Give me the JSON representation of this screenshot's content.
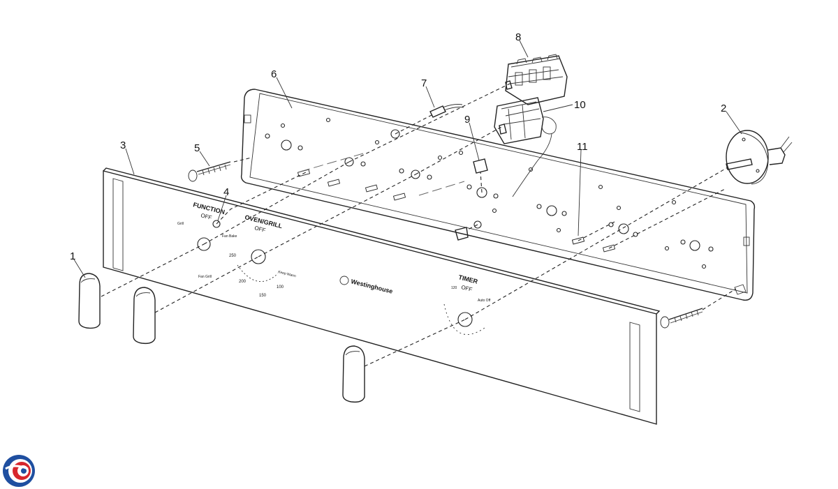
{
  "callouts": [
    {
      "id": "1",
      "label": "1"
    },
    {
      "id": "2",
      "label": "2"
    },
    {
      "id": "3",
      "label": "3"
    },
    {
      "id": "4",
      "label": "4"
    },
    {
      "id": "5",
      "label": "5"
    },
    {
      "id": "6",
      "label": "6"
    },
    {
      "id": "7",
      "label": "7"
    },
    {
      "id": "8",
      "label": "8"
    },
    {
      "id": "9",
      "label": "9"
    },
    {
      "id": "10",
      "label": "10"
    },
    {
      "id": "11",
      "label": "11"
    }
  ],
  "panel": {
    "function_label": "FUNCTION",
    "function_off": "OFF",
    "oven_label": "OVEN/GRILL",
    "oven_off": "OFF",
    "timer_label": "TIMER",
    "timer_off": "OFF",
    "brand": "Westinghouse",
    "scale_250": "250",
    "scale_200": "200",
    "scale_150": "150",
    "scale_100": "100",
    "keep_warm": "Keep Warm",
    "timer_120": "120",
    "auto_off": "Auto Off",
    "grill_mark": "Grill",
    "fan_bake_mark": "Fan Bake",
    "fan_grill_mark": "Fan Grill"
  },
  "logo": {
    "name": "brand-logo",
    "colors": [
      "#1f4fa0",
      "#d7262d"
    ]
  }
}
